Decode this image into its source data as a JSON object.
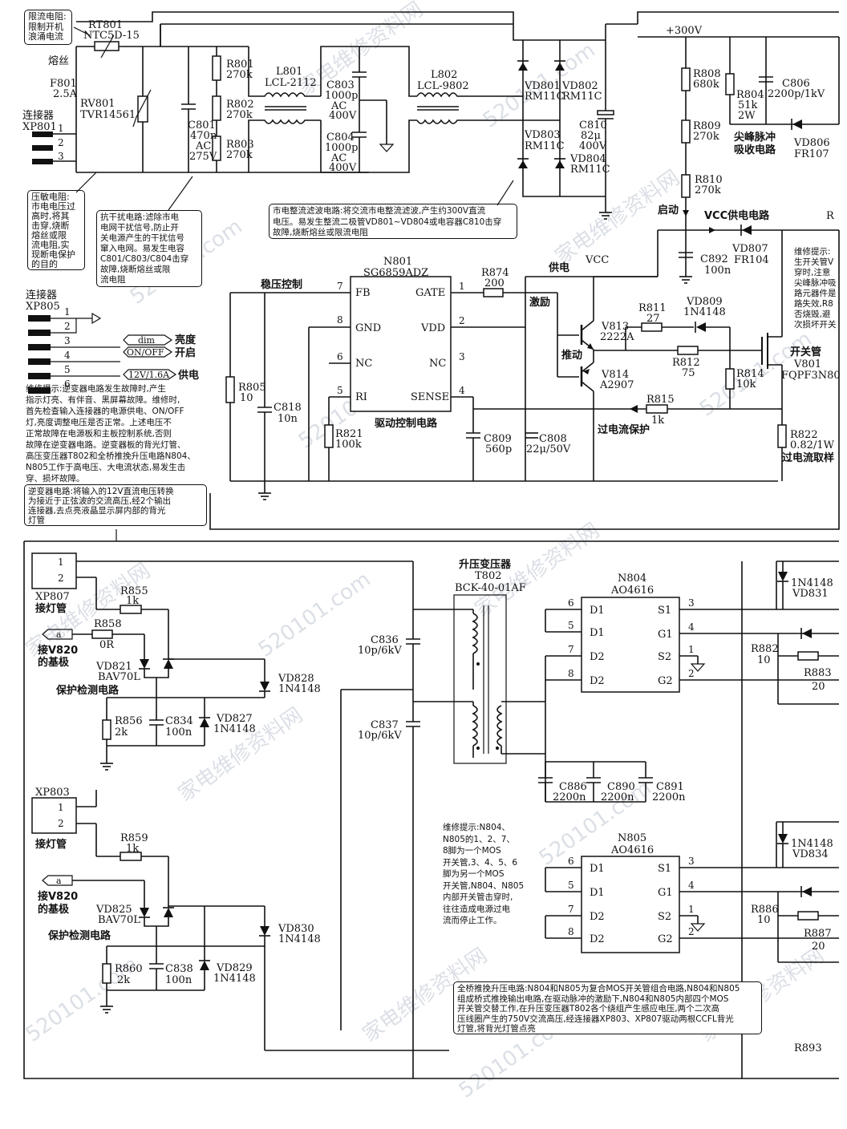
{
  "notes": {
    "inrush": "限流电阻:\n限制开机\n浪涌电流",
    "varistor": "压敏电阻:\n市电电压过\n高时,将其\n击穿,烧断\n熔丝或限\n流电阻,实\n现断电保护\n的目的",
    "emi": "抗干扰电路:滤除市电\n电网干扰信号,防止开\n关电源产生的干扰信号\n窜入电网。易发生电容\nC801/C803/C804击穿\n故障,烧断熔丝或限\n流电阻",
    "rectifier": "市电整流滤波电路:将交流市电整流滤波,产生约300V直流\n电压。易发生整流二极管VD801~VD804或电容器C810击穿\n故障,烧断熔丝或限流电阻",
    "inverter": "逆变器电路:将输入的12V直流电压转换\n为接近于正弦波的交流高压,经2个输出\n连接器,去点亮液晶显示屏内部的背光\n灯管",
    "fullbridge": "全桥推挽升压电路:N804和N805为复合MOS开关管组合电路,N804和N805\n组成桥式推挽输出电路,在驱动脉冲的激励下,N804和N805内部四个MOS\n开关管交替工作,在升压变压器T802各个绕组产生感应电压,两个二次高\n压线圈产生的750V交流高压,经连接器XP803、XP807驱动两根CCFL背光\n灯管,将背光灯管点亮"
  },
  "hints": {
    "xp805_tip": "维修提示:逆变器电路发生故障时,产生\n指示灯亮、有伴音、黑屏幕故障。维修时,\n首先检查输入连接器的电源供电、ON/OFF\n灯,亮度调整电压是否正常。上述电压不\n正常故障在电源板和主板控制系统,否则\n故障在逆变器电路。逆变器板的背光灯管、\n高压变压器T802和全桥推挽升压电路N804、\nN805工作于高电压、大电流状态,易发生击\n穿、损坏故障。",
    "switch_tip": "维修提示:\n生开关管V\n穿时,注意\n尖峰脉冲吸\n路元器件是\n路失效,R8\n否烧毁,避\n次损坏开关",
    "mos_tip": "维修提示:N804、\nN805的1、2、7、\n8脚为一个MOS\n开关管,3、4、5、6\n脚为另一个MOS\n开关管,N804、N805\n内部开关管击穿时,\n往往造成电源过电\n流而停止工作。"
  },
  "labels": {
    "rt801": [
      "RT801",
      "NTC5D-15"
    ],
    "f801": [
      "熔丝",
      "F801",
      "2.5A"
    ],
    "xp801": [
      "连接器",
      "XP801"
    ],
    "rv801": [
      "RV801",
      "TVR14561"
    ],
    "c801": [
      "C801",
      "470n",
      "AC",
      "275V"
    ],
    "r801": [
      "R801",
      "270k"
    ],
    "r802": [
      "R802",
      "270k"
    ],
    "r803": [
      "R803",
      "270k"
    ],
    "l801": [
      "L801",
      "LCL-2112"
    ],
    "c803": [
      "C803",
      "1000p",
      "AC",
      "400V"
    ],
    "c804": [
      "C804",
      "1000p",
      "AC",
      "400V"
    ],
    "l802": [
      "L802",
      "LCL-9802"
    ],
    "vd801": [
      "VD801",
      "RM11C"
    ],
    "vd802": [
      "VD802",
      "RM11C"
    ],
    "vd803": [
      "VD803",
      "RM11C"
    ],
    "vd804": [
      "VD804",
      "RM11C"
    ],
    "c810": [
      "C810",
      "82μ",
      "400V"
    ],
    "p300": "+300V",
    "r808": [
      "R808",
      "680k"
    ],
    "r809": [
      "R809",
      "270k"
    ],
    "r810": [
      "R810",
      "270k"
    ],
    "r804": [
      "R804",
      "51k",
      "2W"
    ],
    "c806": [
      "C806",
      "2200p/1kV"
    ],
    "snubber": [
      "尖峰脉冲",
      "吸收电路"
    ],
    "vd806": [
      "VD806",
      "FR107"
    ],
    "start": "启动",
    "vccsupply": "VCC供电电路",
    "r_edge": "R",
    "vd807": [
      "VD807",
      "FR104"
    ],
    "c892": [
      "C892",
      "100n"
    ],
    "n801": [
      "N801",
      "SG6859ADZ"
    ],
    "fb_ctrl": "稳压控制",
    "n801_pins": {
      "fb": "FB",
      "gnd": "GND",
      "nc1": "NC",
      "ri": "RI",
      "gate": "GATE",
      "vdd": "VDD",
      "nc2": "NC",
      "sense": "SENSE"
    },
    "drv": "驱动控制电路",
    "r874": [
      "R874",
      "200"
    ],
    "power": "供电",
    "vcc": "VCC",
    "excite": "激励",
    "push": "推动",
    "v813": [
      "V813",
      "2222A"
    ],
    "v814": [
      "V814",
      "A2907"
    ],
    "r811": [
      "R811",
      "27"
    ],
    "vd809": [
      "VD809",
      "1N4148"
    ],
    "r812": [
      "R812",
      "75"
    ],
    "r814": [
      "R814",
      "10k"
    ],
    "r815": [
      "R815",
      "1k"
    ],
    "ocp": "过电流保护",
    "r822": [
      "R822",
      "0.82/1W",
      "过电流取样"
    ],
    "v801": [
      "开关管",
      "V801",
      "FQPF3N80"
    ],
    "r805": [
      "R805",
      "10"
    ],
    "c818": [
      "C818",
      "10n"
    ],
    "r821": [
      "R821",
      "100k"
    ],
    "c809": [
      "C809",
      "560p"
    ],
    "c808": [
      "C808",
      "22μ/50V"
    ],
    "xp805": [
      "连接器",
      "XP805"
    ],
    "dim": "dim",
    "onoff": "ON/OFF",
    "v12": "12V/1.6A",
    "bright": "亮度",
    "on": "开启",
    "supply": "供电",
    "xp807": [
      "XP807",
      "接灯管"
    ],
    "r855": [
      "R855",
      "1k"
    ],
    "r858": [
      "R858",
      "0R"
    ],
    "baseA": [
      "接V820",
      "的基极"
    ],
    "vd821": [
      "VD821",
      "BAV70L"
    ],
    "protect": "保护检测电路",
    "r856": [
      "R856",
      "2k"
    ],
    "c834": [
      "C834",
      "100n"
    ],
    "vd827": [
      "VD827",
      "1N4148"
    ],
    "vd828": [
      "VD828",
      "1N4148"
    ],
    "c836": [
      "C836",
      "10p/6kV"
    ],
    "c837": [
      "C837",
      "10p/6kV"
    ],
    "t802": [
      "升压变压器",
      "T802",
      "BCK-40-01AF"
    ],
    "n804": [
      "N804",
      "AO4616"
    ],
    "n805": [
      "N805",
      "AO4616"
    ],
    "mos_pins": {
      "d1": "D1",
      "d2": "D2",
      "s1": "S1",
      "g1": "G1",
      "s2": "S2",
      "g2": "G2"
    },
    "c886": [
      "C886",
      "2200n"
    ],
    "c890": [
      "C890",
      "2200n"
    ],
    "c891": [
      "C891",
      "2200n"
    ],
    "vd831": [
      "1N4148",
      "VD831"
    ],
    "vd834": [
      "1N4148",
      "VD834"
    ],
    "r882": [
      "R882",
      "10"
    ],
    "r883": [
      "R883",
      "20"
    ],
    "r886": [
      "R886",
      "10"
    ],
    "r887": [
      "R887",
      "20"
    ],
    "xp803": [
      "XP803",
      "接灯管"
    ],
    "r859": [
      "R859",
      "1k"
    ],
    "vd825": [
      "VD825",
      "BAV70L"
    ],
    "r860": [
      "R860",
      "2k"
    ],
    "c838": [
      "C838",
      "100n"
    ],
    "vd829": [
      "VD829",
      "1N4148"
    ],
    "vd830": [
      "VD830",
      "1N4148"
    ],
    "r893": "R893",
    "a": "a",
    "pin12": [
      "1",
      "2"
    ],
    "xp805pins": [
      "1",
      "2",
      "3",
      "4",
      "5",
      "6"
    ],
    "xp801pins": [
      "1",
      "2",
      "3"
    ]
  },
  "watermarks": [
    "家电维修资料网",
    "520101.com"
  ]
}
